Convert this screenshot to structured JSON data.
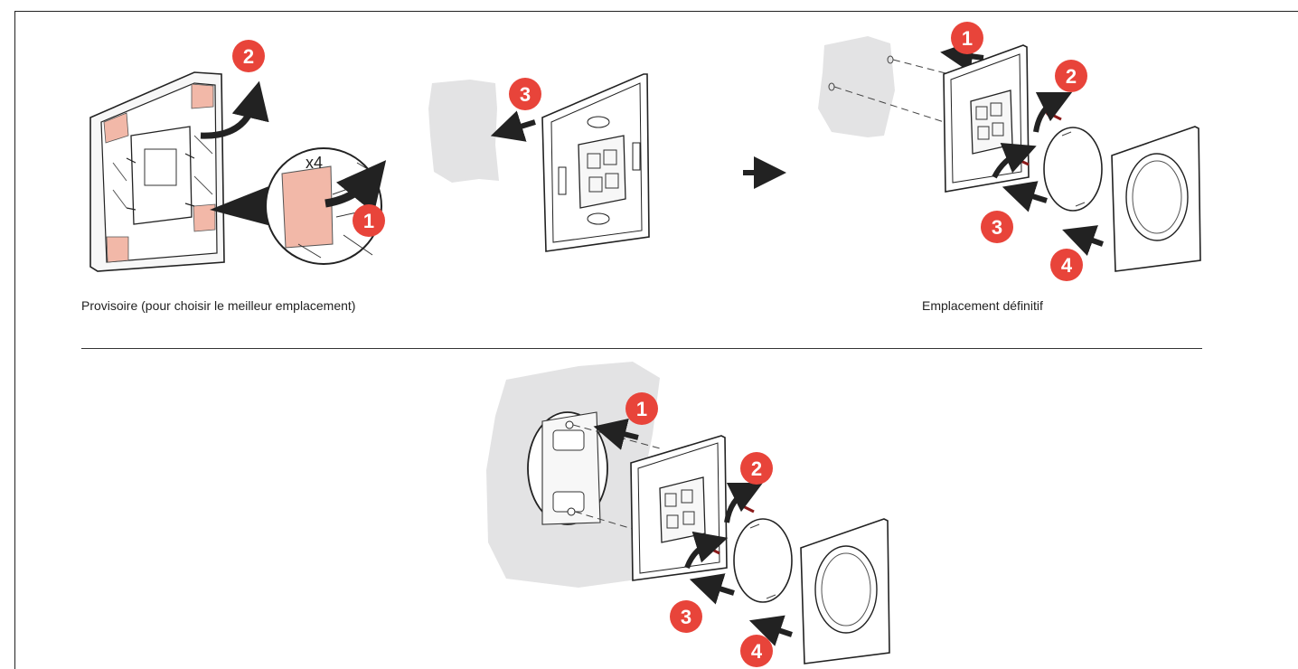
{
  "captions": {
    "temporary": "Provisoire (pour choisir le meilleur emplacement)",
    "final": "Emplacement définitif"
  },
  "labels": {
    "multiplier": "x4"
  },
  "steps": {
    "one": "1",
    "two": "2",
    "three": "3",
    "four": "4"
  },
  "colors": {
    "badge": "#e8443a",
    "wall": "#e3e3e4",
    "adhesive": "#f2b8a8",
    "arrow": "#222222",
    "line": "#222222"
  }
}
